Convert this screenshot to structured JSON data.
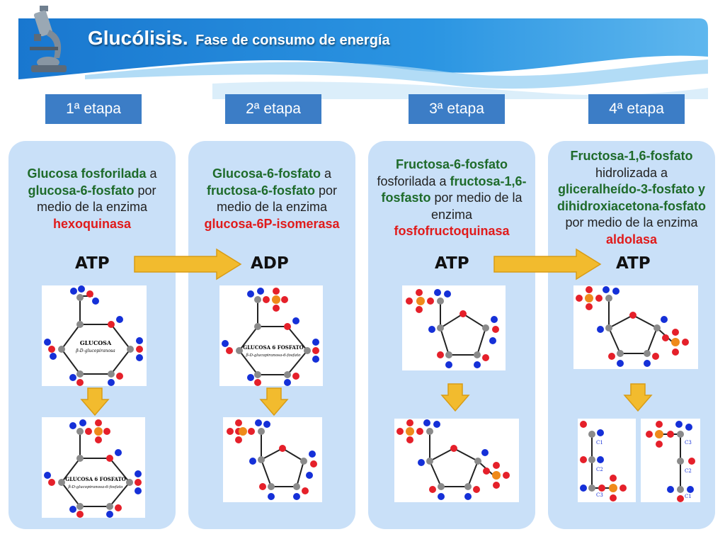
{
  "header": {
    "title": "Glucólisis.",
    "subtitle": "Fase de consumo de energía"
  },
  "stages": [
    {
      "label": "1ª etapa"
    },
    {
      "label": "2ª etapa"
    },
    {
      "label": "3ª etapa"
    },
    {
      "label": "4ª etapa"
    }
  ],
  "panels": [
    {
      "desc": [
        {
          "t": "Glucosa fosforilada",
          "c": "g"
        },
        {
          "t": " a ",
          "c": ""
        },
        {
          "t": "glucosa-6-fosfato",
          "c": "g"
        },
        {
          "t": " por medio de la enzima ",
          "c": ""
        },
        {
          "t": "hexoquinasa",
          "c": "r"
        }
      ],
      "energy": "ATP",
      "top_image_label": [
        "GLUCOSA",
        "β-D-glucopiranosa"
      ],
      "bottom_image_label": [
        "GLUCOSA 6 FOSFATO",
        "β-D-glucopiranosa-6-fosfato"
      ]
    },
    {
      "desc": [
        {
          "t": "Glucosa-6-fosfato",
          "c": "g"
        },
        {
          "t": " a ",
          "c": ""
        },
        {
          "t": "fructosa-6-fosfato",
          "c": "g"
        },
        {
          "t": " por medio de la enzima ",
          "c": ""
        },
        {
          "t": "glucosa-6P-isomerasa",
          "c": "r"
        }
      ],
      "energy": "ADP",
      "top_image_label": [
        "GLUCOSA 6 FOSFATO",
        "β-D-glucopiranosa-6-fosfato"
      ]
    },
    {
      "desc": [
        {
          "t": "Fructosa-6-fosfato",
          "c": "g"
        },
        {
          "t": " fosforilada a ",
          "c": ""
        },
        {
          "t": "fructosa-1,6-fosfasto",
          "c": "g"
        },
        {
          "t": " por medio de la enzima ",
          "c": ""
        },
        {
          "t": "fosfofructoquinasa",
          "c": "r"
        }
      ],
      "energy": "ATP"
    },
    {
      "desc": [
        {
          "t": "Fructosa-1,6-fosfato",
          "c": "g"
        },
        {
          "t": " hidrolizada a ",
          "c": ""
        },
        {
          "t": "gliceralheído-3-fosfato y dihidroxiacetona-fosfato",
          "c": "g"
        },
        {
          "t": " por medio de la enzima ",
          "c": ""
        },
        {
          "t": "aldolasa",
          "c": "r"
        }
      ],
      "energy": "ATP",
      "carbon_labels": [
        "C1",
        "C2",
        "C3"
      ]
    }
  ],
  "colors": {
    "banner": "#1e88d8",
    "stage_box": "#3c7dc6",
    "panel": "#c9e0f8",
    "arrow": "#f2bb2e",
    "green_text": "#1e6b2a",
    "red_text": "#e01b1b",
    "atom_oxygen": "#e5202a",
    "atom_hydrogen": "#1530d8",
    "atom_phosphorus": "#ef8a1a",
    "atom_carbon": "#8a8a8a"
  }
}
